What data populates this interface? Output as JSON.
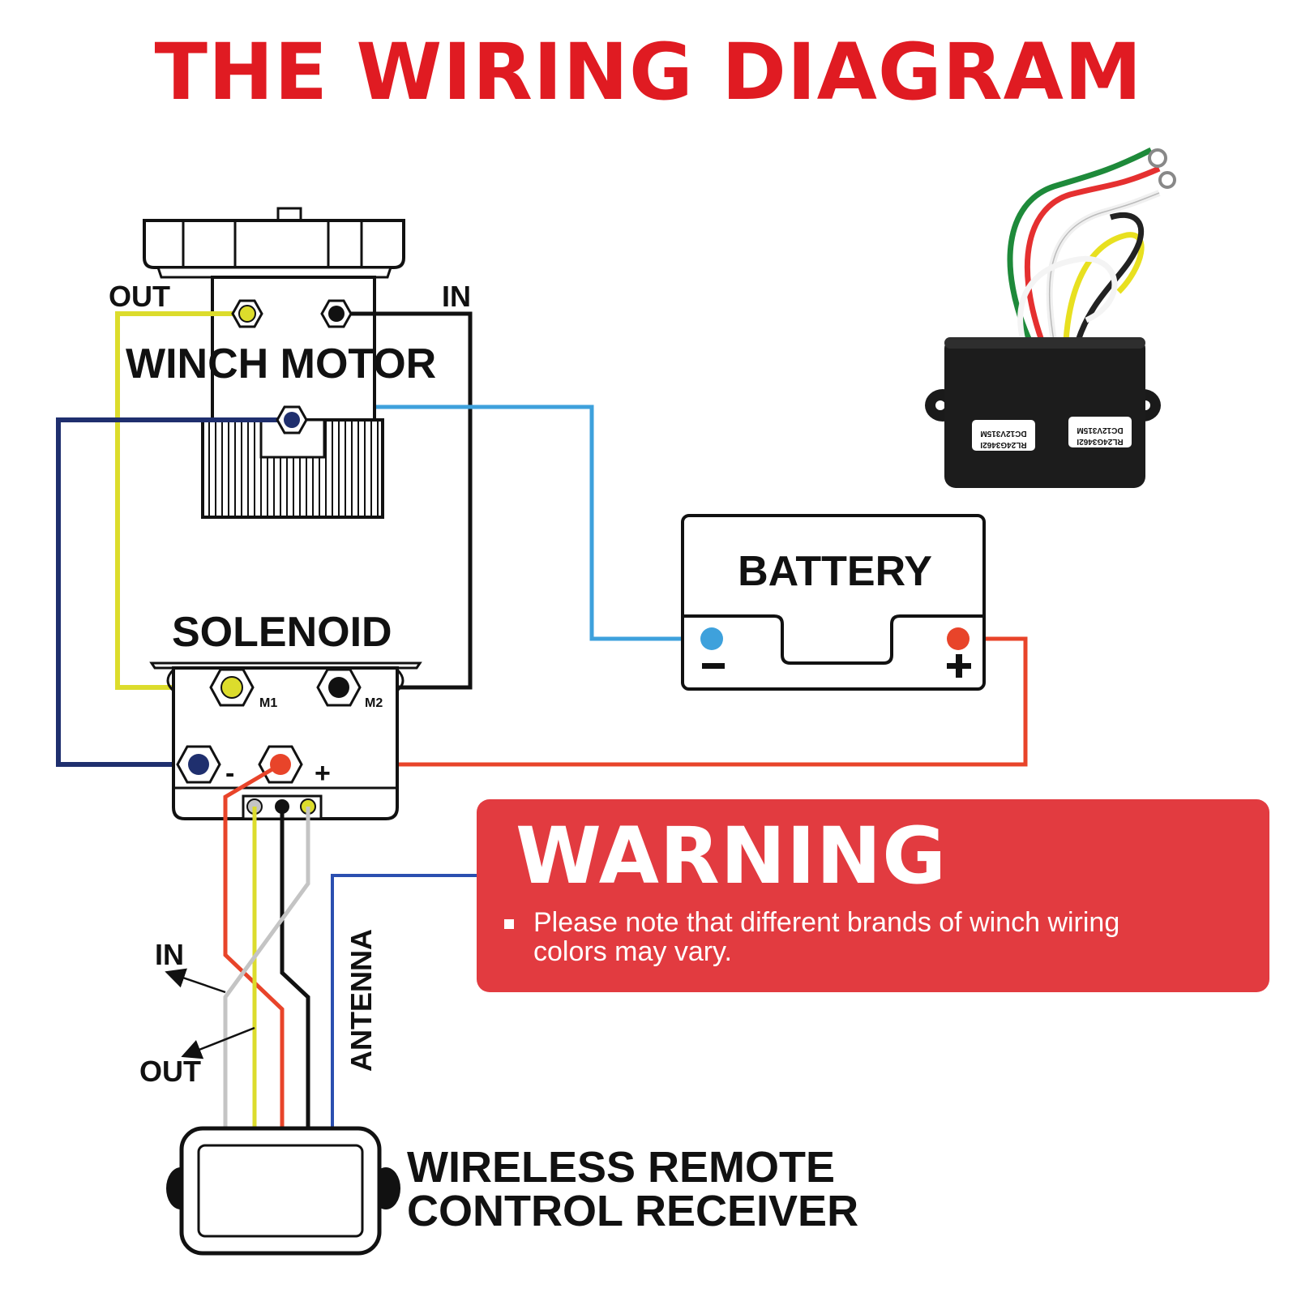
{
  "title": "THE WIRING DIAGRAM",
  "motor": {
    "label": "WINCH MOTOR",
    "out_label": "OUT",
    "in_label": "IN"
  },
  "solenoid": {
    "label": "SOLENOID",
    "m1": "M1",
    "m2": "M2",
    "minus": "-",
    "plus": "+"
  },
  "battery": {
    "label": "BATTERY",
    "minus": "−",
    "plus": "+"
  },
  "receiver": {
    "line1": "WIRELESS REMOTE",
    "line2": "CONTROL RECEIVER"
  },
  "wire_labels": {
    "in": "IN",
    "out": "OUT",
    "antenna": "ANTENNA"
  },
  "warning": {
    "title": "WARNING",
    "text": "Please note that different brands of winch wiring colors may vary."
  },
  "product_photo": {
    "label_1": "DC12V315M",
    "label_1b": "RL24G3462I",
    "label_2": "DC12V315M",
    "label_2b": "RL24G3462I"
  },
  "colors": {
    "title_red": "#e01b22",
    "warning_bg": "#e23b40",
    "wire_yellow": "#dcdc2c",
    "wire_black": "#111111",
    "wire_navy": "#1f2f6e",
    "wire_lightblue": "#3ea1dc",
    "wire_red": "#e8442a",
    "wire_gray": "#c4c4c4",
    "wire_antenna": "#2b4fb0"
  }
}
